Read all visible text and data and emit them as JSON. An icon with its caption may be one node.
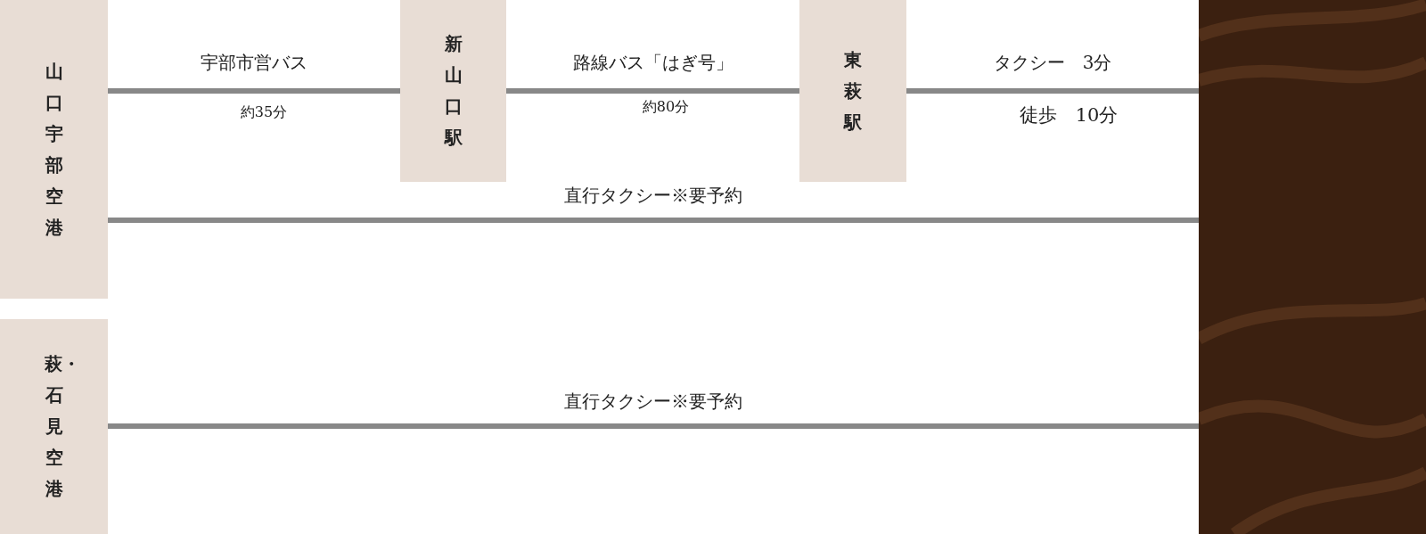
{
  "diagram": {
    "nodes": [
      {
        "text": [
          "山口宇部空港"
        ]
      },
      {
        "text": [
          "新山口駅"
        ]
      },
      {
        "text": [
          "東萩駅"
        ]
      },
      {
        "text": [],
        "shape": "box"
      },
      {
        "text": [
          "萩・石見空港"
        ]
      }
    ],
    "edges": [
      {
        "from": 0,
        "to": 1,
        "arrow": "none",
        "label": "宇部市営バス"
      },
      {
        "from": 1,
        "to": 2,
        "arrow": "none",
        "label": "路線バス「はぎ号」"
      },
      {
        "from": 2,
        "to": 3,
        "arrow": "none",
        "label": "タクシー　3分"
      },
      {
        "from": 0,
        "to": 3,
        "arrow": "none",
        "label": "直行タクシー※要予約"
      },
      {
        "from": 4,
        "to": 3,
        "arrow": "none",
        "label": "直行タクシー※要予約"
      }
    ],
    "labels": [
      "約35分",
      "約80分",
      "徒歩　10分"
    ]
  }
}
